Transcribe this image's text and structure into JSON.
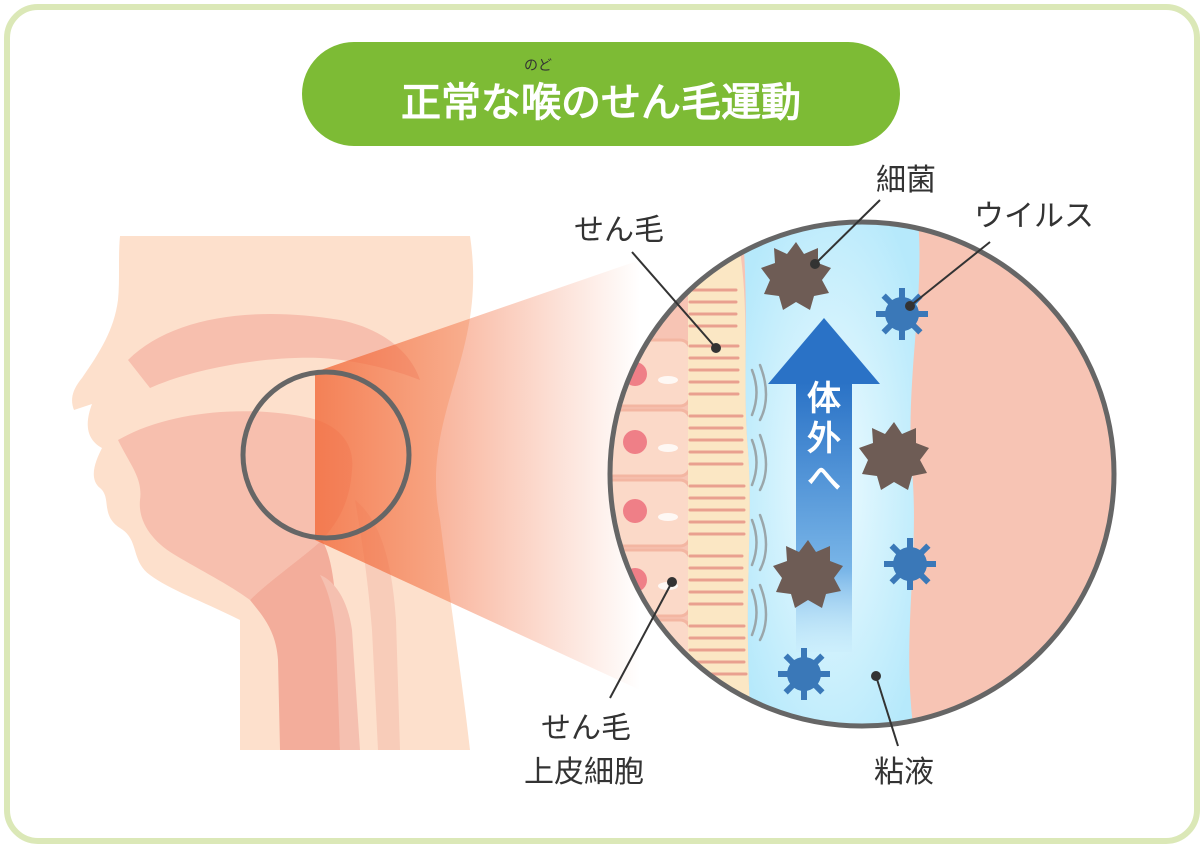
{
  "title": {
    "text": "正常な喉のせん毛運動",
    "ruby": "のど",
    "background": "#7dbb35"
  },
  "labels": {
    "cilia": "せん毛",
    "bacteria": "細菌",
    "virus": "ウイルス",
    "epithelium_line1": "せん毛",
    "epithelium_line2": "上皮細胞",
    "mucus": "粘液"
  },
  "arrow": {
    "text": [
      "体",
      "外",
      "へ"
    ]
  },
  "colors": {
    "skin": "#fde0cc",
    "throat": "#f6b8a8",
    "mucus": "#bfeeff",
    "bacteria": "#6e5c55",
    "virus": "#3a78b8",
    "arrow": "#2f7ccc",
    "highlight": "#f26a3a",
    "frame": "#dbe8b7"
  },
  "icons": [
    "bacteria-icon",
    "virus-icon",
    "up-arrow-icon"
  ]
}
